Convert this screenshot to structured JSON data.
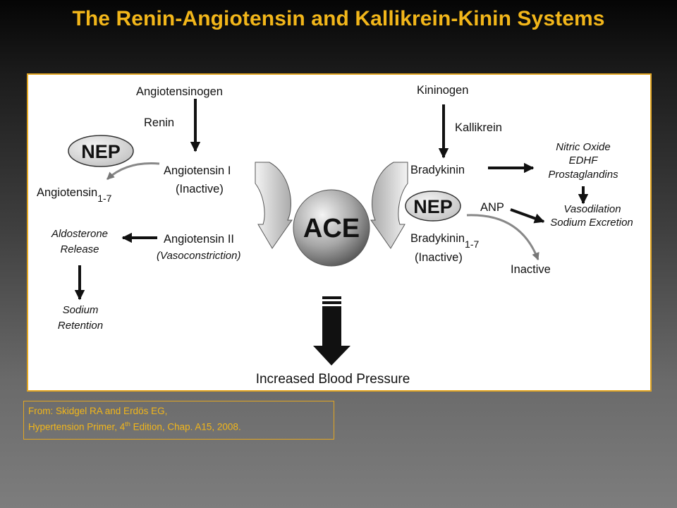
{
  "title": "The Renin-Angiotensin and Kallikrein-Kinin Systems",
  "diagram": {
    "angiotensinogen": "Angiotensinogen",
    "renin": "Renin",
    "nep_left": "NEP",
    "angiotensin_1_7": "Angiotensin",
    "angiotensin_1_7_sub": "1-7",
    "angiotensin_i": "Angiotensin I",
    "angiotensin_i_state": "(Inactive)",
    "angiotensin_ii": "Angiotensin II",
    "angiotensin_ii_state": "(Vasoconstriction)",
    "aldosterone_line1": "Aldosterone",
    "aldosterone_line2": "Release",
    "sodium_retention_line1": "Sodium",
    "sodium_retention_line2": "Retention",
    "ace": "ACE",
    "kininogen": "Kininogen",
    "kallikrein": "Kallikrein",
    "bradykinin": "Bradykinin",
    "nitric_oxide": "Nitric Oxide",
    "edhf": "EDHF",
    "prostaglandins": "Prostaglandins",
    "nep_right": "NEP",
    "anp": "ANP",
    "vasodilation": "Vasodilation",
    "sodium_excretion": "Sodium Excretion",
    "bradykinin_1_7": "Bradykinin",
    "bradykinin_1_7_sub": "1-7",
    "bradykinin_1_7_state": "(Inactive)",
    "inactive": "Inactive",
    "increased_bp": "Increased Blood Pressure"
  },
  "source": {
    "line1": "From: Skidgel RA and Erdös EG,",
    "line2_pre": "Hypertension Primer, 4",
    "line2_sup": "th",
    "line2_post": " Edition, Chap. A15, 2008."
  }
}
